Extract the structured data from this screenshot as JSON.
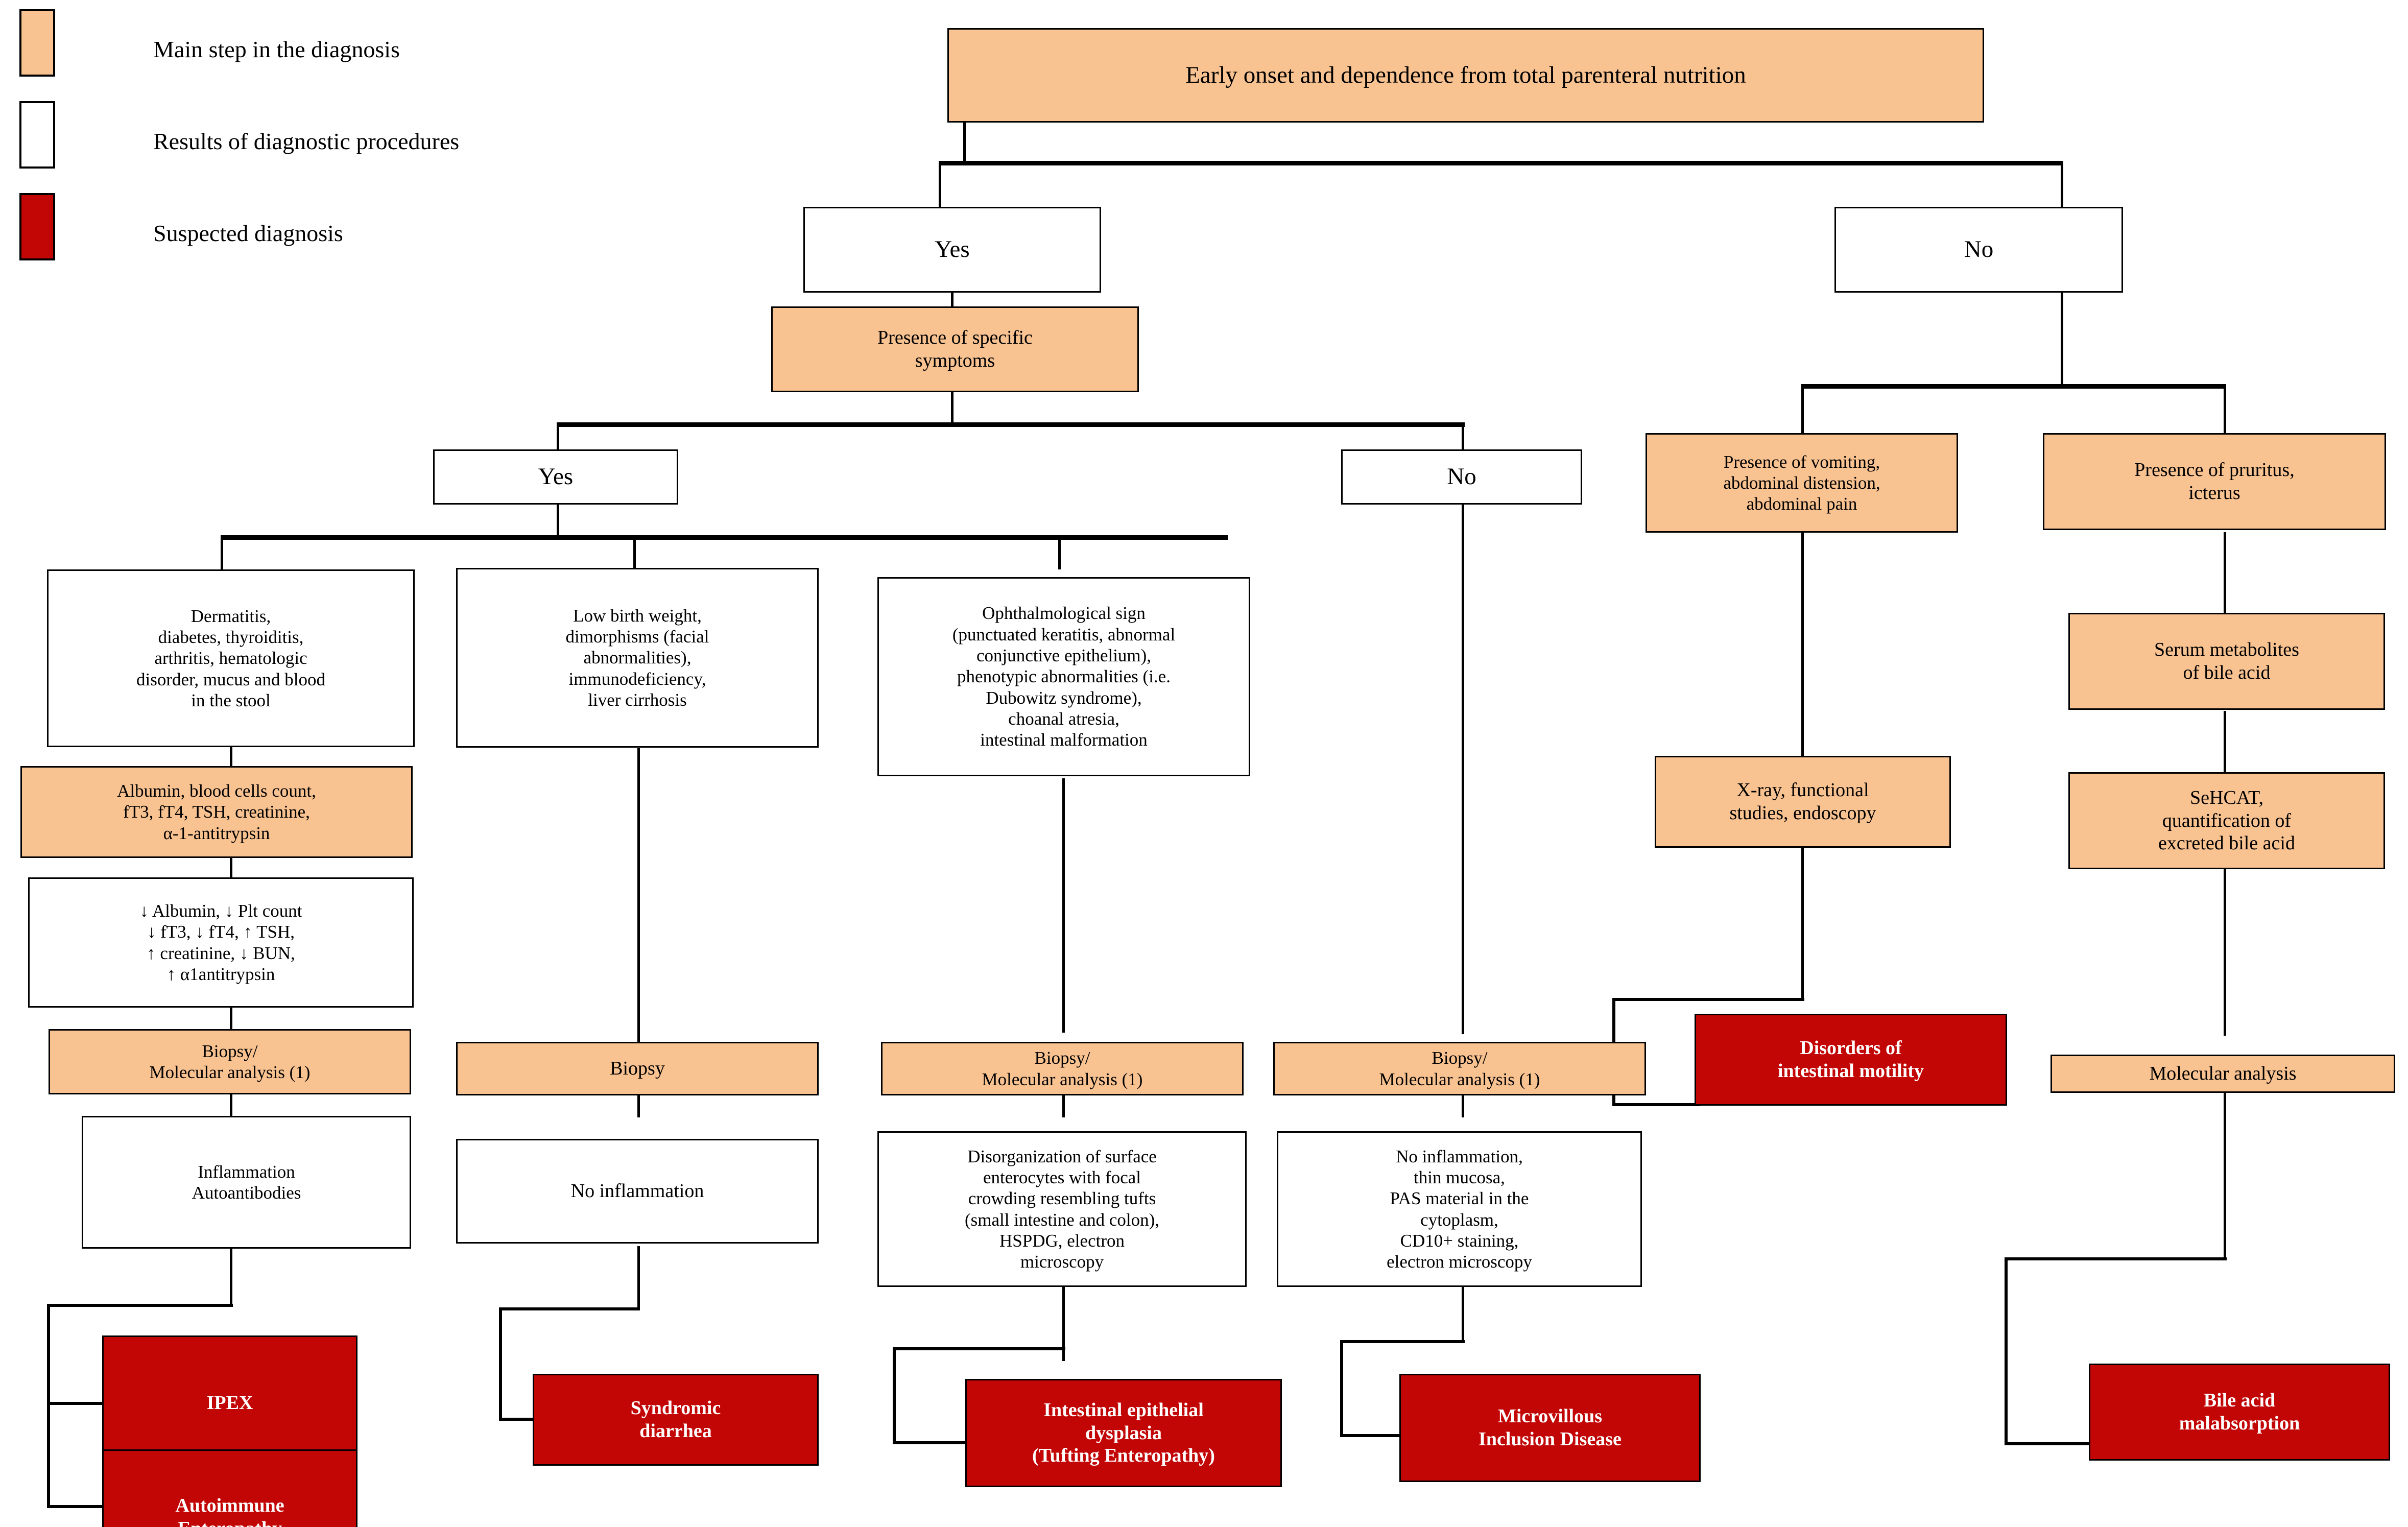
{
  "legend": {
    "items": [
      {
        "name": "main-step",
        "label": "Main step in the diagnosis",
        "color": "#F8C291"
      },
      {
        "name": "diagnostic-results",
        "label": "Results of diagnostic procedures",
        "color": "#FFFFFF"
      },
      {
        "name": "suspected-diagnosis",
        "label": "Suspected diagnosis",
        "color": "#C20505"
      }
    ]
  },
  "colors": {
    "step": "#F8C291",
    "result": "#FFFFFF",
    "diagnosis": "#C20505",
    "line": "#000000"
  },
  "nodes": {
    "root": "Early onset and dependence from total parenteral nutrition",
    "root_yes": "Yes",
    "root_no": "No",
    "specific_symptoms": "Presence of specific\nsymptoms",
    "symptoms_yes": "Yes",
    "symptoms_no": "No",
    "col1_signs": "Dermatitis,\ndiabetes, thyroiditis,\narthritis, hematologic\ndisorder, mucus and blood\nin the stool",
    "col1_labs": "Albumin, blood cells count,\nfT3, fT4, TSH, creatinine,\nα-1-antitrypsin",
    "col1_lab_results": "↓ Albumin, ↓ Plt count\n↓ fT3, ↓ fT4, ↑ TSH,\n↑ creatinine, ↓ BUN,\n↑ α1antitrypsin",
    "col1_biopsy": "Biopsy/\nMolecular analysis (1)",
    "col1_histology": "Inflammation\nAutoantibodies",
    "col1_dx1": "IPEX",
    "col1_dx2": "Autoimmune\nEnteropathy",
    "col2_signs": "Low birth weight,\ndimorphisms (facial\nabnormalities),\nimmunodeficiency,\nliver cirrhosis",
    "col2_biopsy": "Biopsy",
    "col2_histology": "No inflammation",
    "col2_dx": "Syndromic\ndiarrhea",
    "col3_signs": "Ophthalmological sign\n(punctuated keratitis, abnormal\nconjunctive epithelium),\nphenotypic abnormalities (i.e.\nDubowitz syndrome),\nchoanal atresia,\nintestinal malformation",
    "col3_biopsy": "Biopsy/\nMolecular analysis (1)",
    "col3_histology": "Disorganization of surface\nenterocytes with focal\ncrowding resembling tufts\n(small intestine and colon),\nHSPDG, electron\nmicroscopy",
    "col3_dx": "Intestinal epithelial\ndysplasia\n(Tufting Enteropathy)",
    "col4_biopsy": "Biopsy/\nMolecular analysis (1)",
    "col4_histology": "No inflammation,\nthin mucosa,\nPAS material in the\ncytoplasm,\nCD10+ staining,\nelectron microscopy",
    "col4_dx": "Microvillous\nInclusion Disease",
    "col5_signs": "Presence of vomiting,\nabdominal distension,\nabdominal pain",
    "col5_tests": "X-ray, functional\nstudies, endoscopy",
    "col5_dx": "Disorders of\nintestinal motility",
    "col6_signs": "Presence of pruritus,\nicterus",
    "col6_serum": "Serum metabolites\nof bile acid",
    "col6_sehcat": "SeHCAT,\nquantification of\nexcreted bile acid",
    "col6_molecular": "Molecular analysis",
    "col6_dx": "Bile acid\nmalabsorption"
  }
}
